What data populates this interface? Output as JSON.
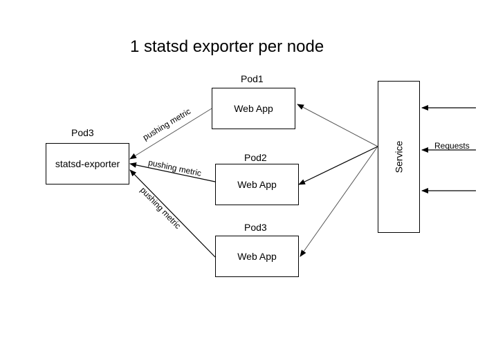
{
  "title": "1 statsd exporter per node",
  "nodes": {
    "exporter": {
      "pod_label": "Pod3",
      "label": "statsd-exporter"
    },
    "web1": {
      "pod_label": "Pod1",
      "label": "Web App"
    },
    "web2": {
      "pod_label": "Pod2",
      "label": "Web App"
    },
    "web3": {
      "pod_label": "Pod3",
      "label": "Web App"
    },
    "service": {
      "label": "Service"
    }
  },
  "edges": {
    "metric1": "pushing metric",
    "metric2": "pushing metric",
    "metric3": "pushing metric",
    "requests": "Requests"
  }
}
